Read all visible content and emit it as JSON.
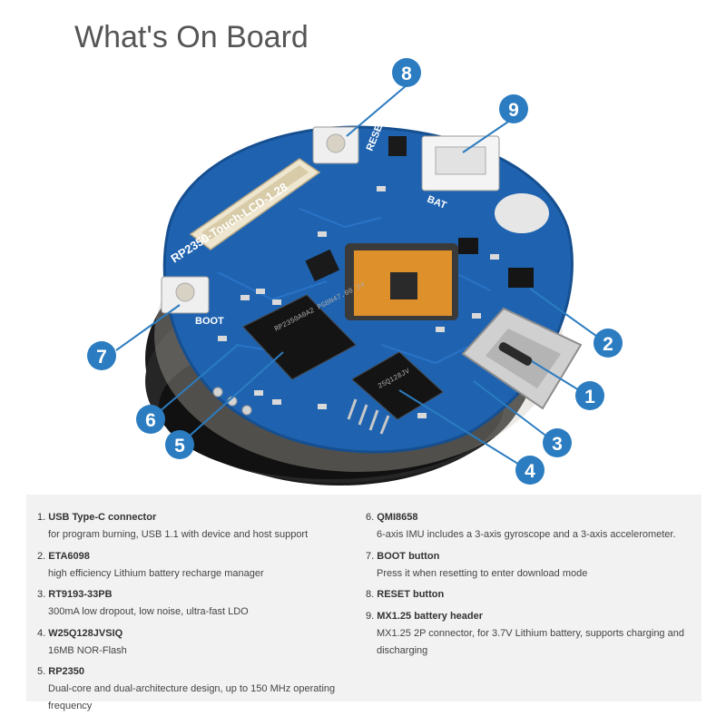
{
  "title": "What's On Board",
  "board": {
    "silkscreen_model": "RP2350-Touch-LCD-1.28",
    "silkscreen_reset": "RESET",
    "silkscreen_boot": "BOOT",
    "silkscreen_bat": "BAT",
    "main_chip_text": "RP2350A0A2 PG8N47.00 24",
    "flash_chip_text": "25Q128JV",
    "accent_color": "#2b7cc0",
    "pcb_color": "#1f63b0"
  },
  "callouts": [
    "1",
    "2",
    "3",
    "4",
    "5",
    "6",
    "7",
    "8",
    "9"
  ],
  "specs_left": [
    {
      "num": "1.",
      "name": "USB Type-C connector",
      "desc": "for program burning, USB 1.1 with device and host support"
    },
    {
      "num": "2.",
      "name": "ETA6098",
      "desc": "high efficiency Lithium battery recharge manager"
    },
    {
      "num": "3.",
      "name": "RT9193-33PB",
      "desc": "300mA low dropout, low noise, ultra-fast LDO"
    },
    {
      "num": "4.",
      "name": "W25Q128JVSIQ",
      "desc": "16MB NOR-Flash"
    },
    {
      "num": "5.",
      "name": "RP2350",
      "desc": "Dual-core and dual-architecture design, up to 150 MHz operating frequency"
    }
  ],
  "specs_right": [
    {
      "num": "6.",
      "name": "QMI8658",
      "desc": "6-axis IMU includes a 3-axis gyroscope and a 3-axis accelerometer."
    },
    {
      "num": "7.",
      "name": "BOOT button",
      "desc": "Press it when resetting to enter download mode"
    },
    {
      "num": "8.",
      "name": "RESET button",
      "desc": ""
    },
    {
      "num": "9.",
      "name": "MX1.25 battery header",
      "desc": "MX1.25 2P connector, for 3.7V Lithium battery, supports charging and discharging"
    }
  ]
}
